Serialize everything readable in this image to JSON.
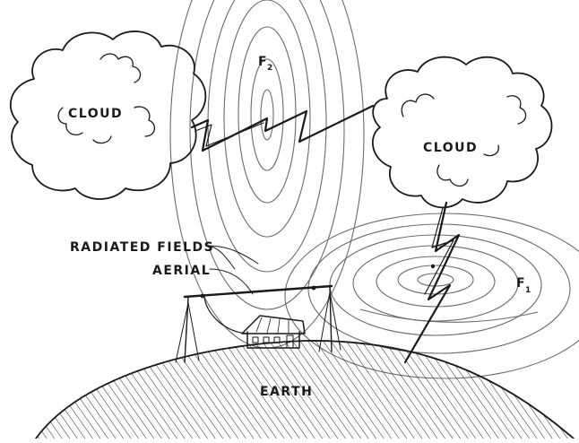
{
  "labels": {
    "cloud_left": "CLOUD",
    "cloud_right": "CLOUD",
    "field_upper": "F",
    "field_upper_sub": "2",
    "field_lower": "F",
    "field_lower_sub": "1",
    "radiated_fields": "RADIATED FIELDS",
    "aerial": "AERIAL",
    "earth": "EARTH"
  }
}
